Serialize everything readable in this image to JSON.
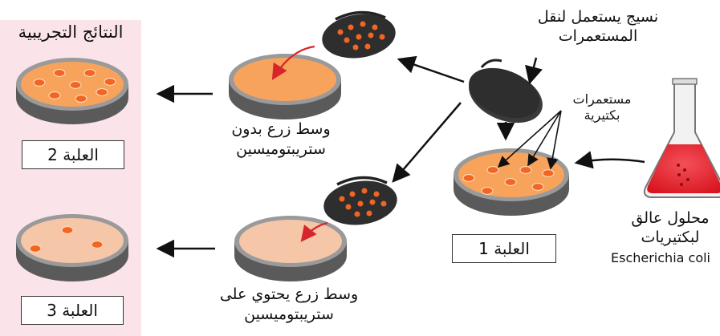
{
  "experimental_results_title": "النتائج التجريبية",
  "box_labels": {
    "dish1": "العلبة 1",
    "dish2": "العلبة 2",
    "dish3": "العلبة 3"
  },
  "fabric_label": {
    "line1": "نسيج يستعمل لنقل",
    "line2": "المستعمرات"
  },
  "colonies_label": {
    "line1": "مستعمرات",
    "line2": "بكتيرية"
  },
  "culture_label": {
    "line1": "محلول عالق",
    "line2": "لبكتيريات",
    "line3": "Escherichia coli"
  },
  "medium_without_label": {
    "line1": "وسط زرع بدون",
    "line2": "ستريبتوميسين"
  },
  "medium_with_label": {
    "line1": "وسط زرع يحتوي على",
    "line2": "ستريبتوميسين"
  },
  "colors": {
    "panel_bg": "#fbe3ea",
    "dish_rim": "#4a4a4a",
    "medium_orange": "#f7a35c",
    "medium_pink": "#f5c6a8",
    "colony_fill": "#f26522",
    "fabric_dark": "#333333",
    "flask_liquid": "#e8202a",
    "arrow_red": "#d7262b"
  }
}
